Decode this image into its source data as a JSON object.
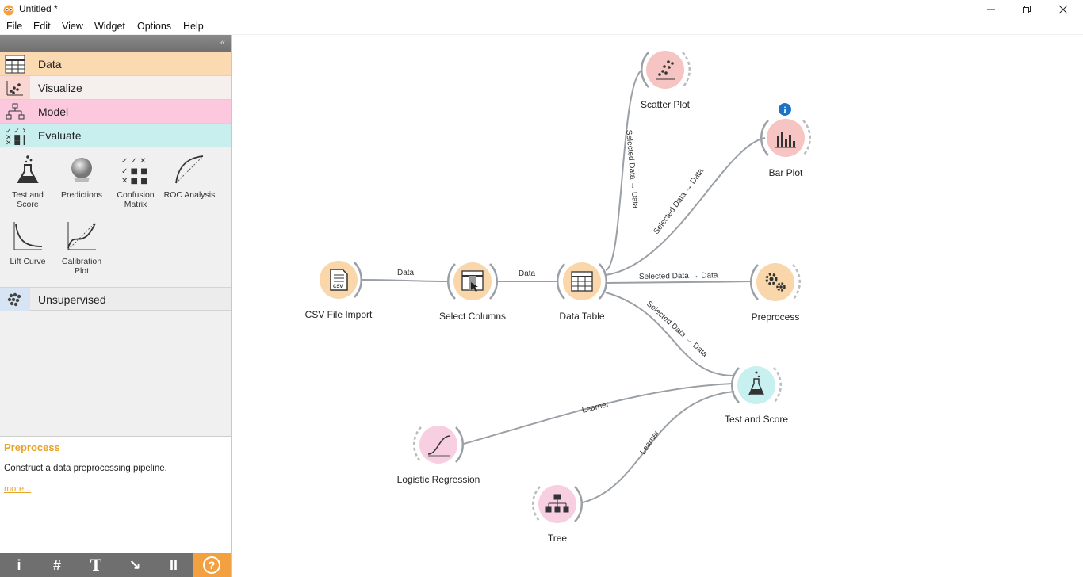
{
  "window": {
    "title": "Untitled *"
  },
  "menu": [
    "File",
    "Edit",
    "View",
    "Widget",
    "Options",
    "Help"
  ],
  "categories": [
    {
      "label": "Data",
      "color": "#fbd9b1",
      "icon": "table-icon"
    },
    {
      "label": "Visualize",
      "color": "#f9d6d2",
      "icon": "scatter-icon"
    },
    {
      "label": "Model",
      "color": "#fbc8de",
      "icon": "tree-icon"
    },
    {
      "label": "Evaluate",
      "color": "#c9eeee",
      "icon": "grid-icon"
    },
    {
      "label": "Unsupervised",
      "color": "#d6e4f3",
      "icon": "dots-icon"
    }
  ],
  "evaluate_widgets": [
    {
      "label": "Test and Score",
      "icon": "flask-icon"
    },
    {
      "label": "Predictions",
      "icon": "crystal-ball-icon"
    },
    {
      "label": "Confusion Matrix",
      "icon": "confusion-matrix-icon"
    },
    {
      "label": "ROC Analysis",
      "icon": "roc-curve-icon"
    },
    {
      "label": "Lift Curve",
      "icon": "lift-curve-icon"
    },
    {
      "label": "Calibration Plot",
      "icon": "calibration-plot-icon"
    }
  ],
  "description": {
    "title": "Preprocess",
    "text": "Construct a data preprocessing pipeline.",
    "more": "more..."
  },
  "bottom_buttons": [
    "i",
    "#",
    "T",
    "↘",
    "II",
    "?"
  ],
  "nodes": {
    "csv": "CSV File Import",
    "select_columns": "Select Columns",
    "data_table": "Data Table",
    "scatter_plot": "Scatter Plot",
    "bar_plot": "Bar Plot",
    "preprocess": "Preprocess",
    "test_and_score": "Test and Score",
    "logistic_regression": "Logistic Regression",
    "tree": "Tree"
  },
  "links": {
    "data1": "Data",
    "data2": "Data",
    "sel_scatter": "Selected Data → Data",
    "sel_bar": "Selected Data → Data",
    "sel_pre": "Selected Data → Data",
    "sel_test": "Selected Data → Data",
    "learner1": "Learner",
    "learner2": "Learner"
  },
  "colors": {
    "data_node": "#f9d7ab",
    "visualize_node": "#f6c4c2",
    "model_node": "#f7cfe0",
    "evaluate_node": "#c9f0f0",
    "accent": "#f3a040",
    "link": "#9aa0a6"
  }
}
